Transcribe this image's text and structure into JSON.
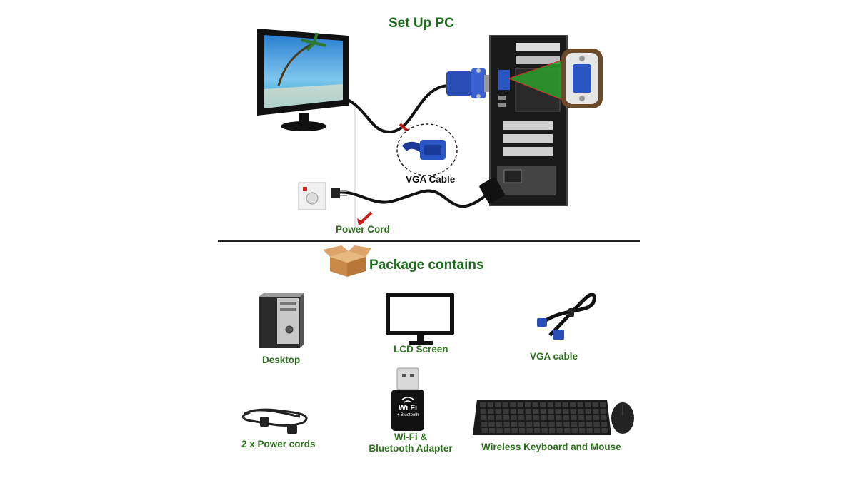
{
  "setup": {
    "title": "Set Up PC",
    "vga_label": "VGA Cable",
    "power_label": "Power Cord"
  },
  "package": {
    "title": "Package contains",
    "items": [
      {
        "label": "Desktop",
        "icon": "desktop-tower-icon"
      },
      {
        "label": "LCD Screen",
        "icon": "lcd-screen-icon"
      },
      {
        "label": "VGA cable",
        "icon": "vga-cable-icon"
      },
      {
        "label": "2 x Power cords",
        "icon": "power-cord-icon"
      },
      {
        "label_line1": "Wi-Fi &",
        "label_line2": "Bluetooth Adapter",
        "icon": "wifi-bluetooth-adapter-icon",
        "adapter_text": "Wi Fi",
        "adapter_subtext": "+ Bluetooth"
      },
      {
        "label": "Wireless Keyboard and Mouse",
        "icon": "keyboard-mouse-icon"
      }
    ]
  },
  "colors": {
    "title_green": "#1f6b1f",
    "label_green": "#2d6e1e",
    "vga_blue": "#2a4db5",
    "divider": "#222222"
  }
}
